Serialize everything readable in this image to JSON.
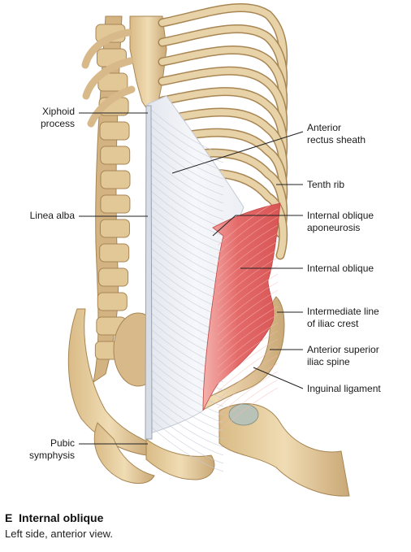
{
  "labels": {
    "xiphoid": "Xiphoid\nprocess",
    "linea_alba": "Linea alba",
    "pubic_symphysis": "Pubic\nsymphysis",
    "anterior_rectus_sheath": "Anterior\nrectus sheath",
    "tenth_rib": "Tenth rib",
    "internal_oblique_aponeurosis": "Internal oblique\naponeurosis",
    "internal_oblique": "Internal oblique",
    "intermediate_line": "Intermediate line\nof iliac crest",
    "asis": "Anterior superior\niliac spine",
    "inguinal_ligament": "Inguinal ligament"
  },
  "caption": {
    "letter": "E",
    "title": "Internal oblique",
    "subtitle": "Left side, anterior view."
  },
  "colors": {
    "bone": "#e6cfa2",
    "bone_shadow": "#c9a876",
    "bone_outline": "#a88654",
    "muscle": "#e46a6a",
    "muscle_light": "#f29c9a",
    "aponeurosis": "#eef0f4",
    "aponeurosis_line": "#c5cbd6",
    "leader": "#222222"
  }
}
